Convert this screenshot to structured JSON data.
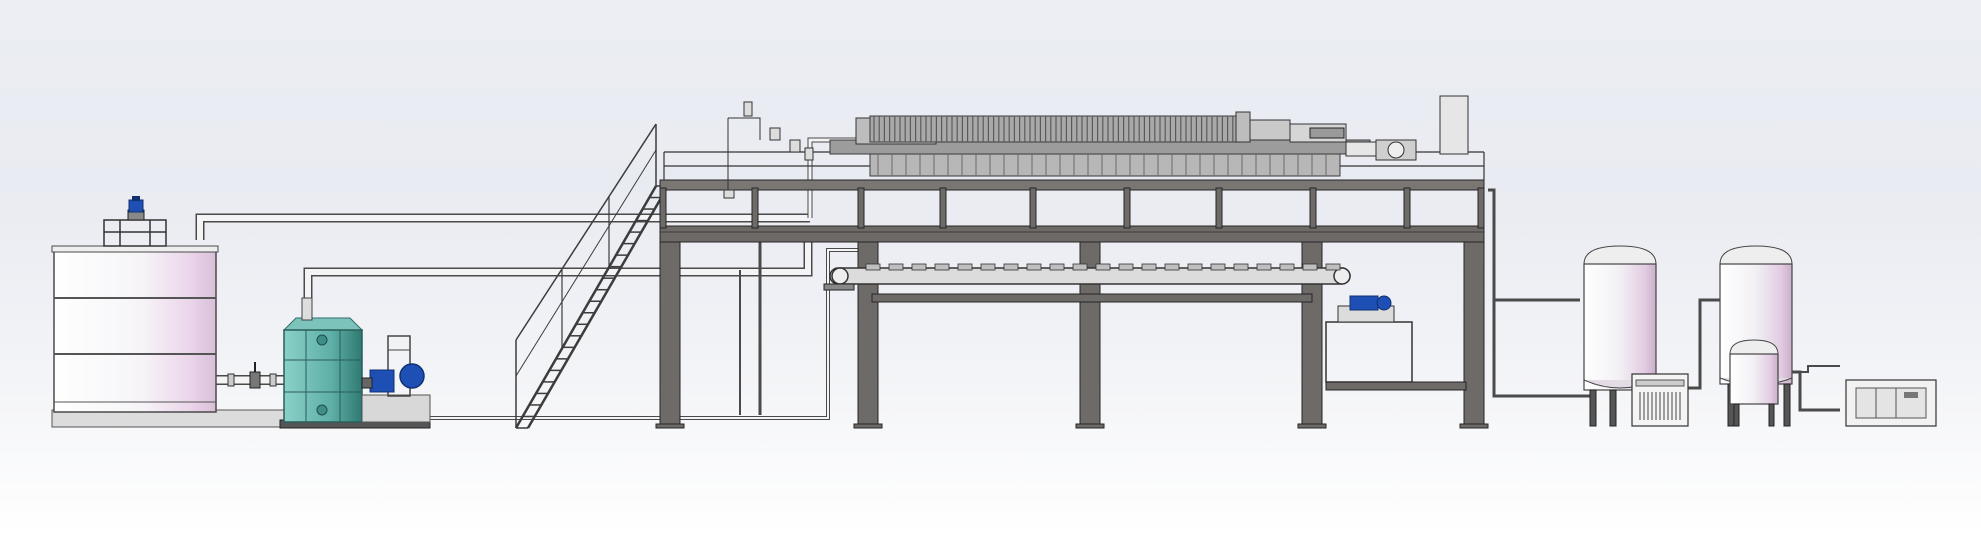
{
  "colors": {
    "steel": "#6e6a68",
    "steel_dark": "#3f3c3b",
    "steel_edge": "#262626",
    "pipe": "#f2f2f4",
    "pipe_edge": "#4a4a4a",
    "tank_white": "#f7f6f8",
    "tank_tint": "#e6cfe6",
    "teal": "#5fb0a8",
    "teal_dark": "#2f7a73",
    "motor_blue": "#1e4fb5",
    "motor_dark": "#103070",
    "plate": "#a9a9a9",
    "plate_dark": "#5a5a5a",
    "base": "#dcdcdc"
  },
  "components": [
    {
      "id": "storage-tank",
      "icon": "vertical-tank-icon"
    },
    {
      "id": "tank-agitator",
      "icon": "agitator-motor-icon"
    },
    {
      "id": "dosing-tank",
      "icon": "tank-icon"
    },
    {
      "id": "feed-pump",
      "icon": "pump-icon"
    },
    {
      "id": "access-stairs",
      "icon": "stairs-icon"
    },
    {
      "id": "filter-press",
      "icon": "filter-press-icon"
    },
    {
      "id": "steel-platform",
      "icon": "platform-icon"
    },
    {
      "id": "belt-conveyor",
      "icon": "conveyor-icon"
    },
    {
      "id": "hydraulic-station",
      "icon": "hydraulic-unit-icon"
    },
    {
      "id": "air-receiver-left",
      "icon": "pressure-vessel-icon"
    },
    {
      "id": "air-receiver-right",
      "icon": "pressure-vessel-icon"
    },
    {
      "id": "air-receiver-small",
      "icon": "pressure-vessel-icon"
    },
    {
      "id": "refrigerated-dryer",
      "icon": "dryer-icon"
    },
    {
      "id": "air-compressor",
      "icon": "compressor-icon"
    }
  ]
}
